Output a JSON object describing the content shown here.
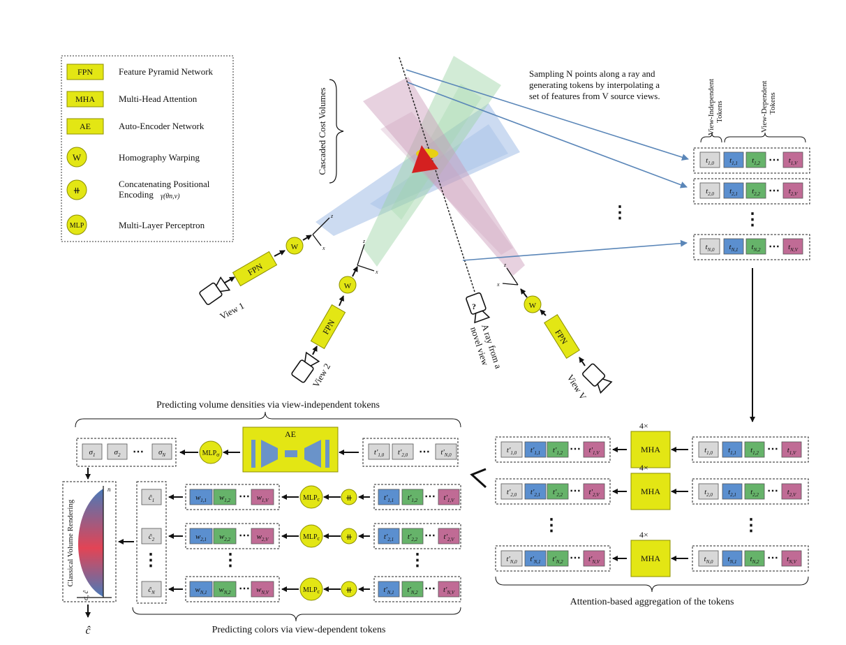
{
  "colors": {
    "module_fill": "#e3e614",
    "module_stroke": "#8c8f00",
    "token_gray": "#d8d8d8",
    "token_blue": "#5b8fcf",
    "token_green": "#66b36a",
    "token_pink": "#c06b95",
    "arrow": "#111111",
    "ray_arrow": "#5a86b8",
    "frustum_blue": "#8fb0e0",
    "frustum_green": "#9cd3a5",
    "frustum_pink": "#c99ab8",
    "cone_red": "#d42020"
  },
  "legend": {
    "items": [
      {
        "symbol": "FPN",
        "desc": "Feature Pyramid Network",
        "shape": "rect"
      },
      {
        "symbol": "MHA",
        "desc": "Multi-Head Attention",
        "shape": "rect"
      },
      {
        "symbol": "AE",
        "desc": "Auto-Encoder Network",
        "shape": "rect"
      },
      {
        "symbol": "W",
        "desc": "Homography Warping",
        "shape": "circle"
      },
      {
        "symbol": "⧺",
        "desc": "Concatenating Positional",
        "desc2": "Encoding",
        "math": "γ(θn,v)",
        "shape": "circle"
      },
      {
        "symbol": "MLP",
        "desc": "Multi-Layer Perceptron",
        "shape": "circle"
      }
    ]
  },
  "scene": {
    "cascade_label": "Cascaded Cost Volumes",
    "sampling_text": [
      "Sampling N points along a ray and",
      "generating tokens by interpolating a",
      "set of features from V source views."
    ],
    "view1": "View 1",
    "view2": "View 2",
    "viewV": "View V",
    "novel_label": [
      "A ray from a",
      "novel view"
    ],
    "novel_cam_symbol": "?",
    "fpn": "FPN",
    "w": "W",
    "axis_z": "z",
    "axis_x": "x"
  },
  "tokens_top": {
    "view_independent_label": [
      "View-Independent",
      "Tokens"
    ],
    "view_dependent_label": [
      "View-Dependent",
      "Tokens"
    ],
    "rows": [
      [
        "t1,0",
        "t1,1",
        "t1,2",
        "t1,V"
      ],
      [
        "t2,0",
        "t2,1",
        "t2,2",
        "t2,V"
      ],
      [
        "tN,0",
        "tN,1",
        "tN,2",
        "tN,V"
      ]
    ],
    "ellipsis": "⋯",
    "vellipsis": "⋮"
  },
  "attention": {
    "caption": "Attention-based aggregation of the tokens",
    "mha": "MHA",
    "repeat": "4×",
    "input_rows": [
      [
        "t1,0",
        "t1,1",
        "t1,2",
        "t1,V"
      ],
      [
        "t2,0",
        "t2,1",
        "t2,2",
        "t2,V"
      ],
      [
        "tN,0",
        "tN,1",
        "tN,2",
        "tN,V"
      ]
    ],
    "output_rows": [
      [
        "t'1,0",
        "t'1,1",
        "t'1,2",
        "t'1,V"
      ],
      [
        "t'2,0",
        "t'2,1",
        "t'2,2",
        "t'2,V"
      ],
      [
        "t'N,0",
        "t'N,1",
        "t'N,2",
        "t'N,V"
      ]
    ]
  },
  "density": {
    "caption": "Predicting volume densities via view-independent tokens",
    "ae_label": "AE",
    "mlp_label": "MLP",
    "mlp_sub": "σ",
    "input_tokens": [
      "t'1,0",
      "t'2,0",
      "t'N,0"
    ],
    "output_tokens": [
      "σ1",
      "σ2",
      "σN"
    ]
  },
  "color": {
    "caption": "Predicting colors via view-dependent tokens",
    "mlp_label": "MLP",
    "mlp_sub": "c",
    "concat_symbol": "⧺",
    "input_rows": [
      [
        "t'1,1",
        "t'1,2",
        "t'1,V"
      ],
      [
        "t'2,1",
        "t'2,2",
        "t'2,V"
      ],
      [
        "t'N,1",
        "t'N,2",
        "t'N,V"
      ]
    ],
    "weight_rows": [
      [
        "w1,1",
        "w1,2",
        "w1,V"
      ],
      [
        "w2,1",
        "w2,2",
        "w2,V"
      ],
      [
        "wN,1",
        "wN,2",
        "wN,V"
      ]
    ],
    "outputs": [
      "ĉ1",
      "ĉ2",
      "ĉN"
    ]
  },
  "rendering": {
    "label": "Classical Volume Rendering",
    "axis_n": "n",
    "axis_sigma": "σ, ĉ",
    "output": "ĉ"
  }
}
